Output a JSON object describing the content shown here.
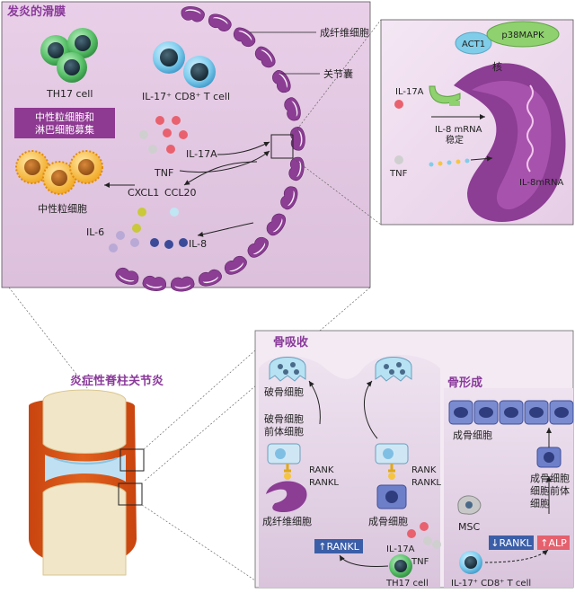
{
  "synovium": {
    "title": "发炎的滑膜",
    "th17": "TH17 cell",
    "cd8": "IL-17⁺ CD8⁺ T cell",
    "recruit_line1": "中性粒细胞和",
    "recruit_line2": "淋巴细胞募集",
    "neutrophil": "中性粒细胞",
    "il17a": "IL-17A",
    "tnf": "TNF",
    "cxcl1": "CXCL1",
    "ccl20": "CCL20",
    "il6": "IL-6",
    "il8": "IL-8",
    "fibroblast": "成纤维细胞",
    "capsule": "关节囊"
  },
  "inset": {
    "act1": "ACT1",
    "p38": "p38MAPK",
    "nucleus": "核",
    "il17a": "IL-17A",
    "mrna_line1": "IL-8 mRNA",
    "mrna_line2": "稳定",
    "tnf": "TNF",
    "il8_mrna": "IL-8mRNA"
  },
  "joint": {
    "title": "炎症性脊柱关节炎"
  },
  "resorption": {
    "title": "骨吸收",
    "osteoclast": "破骨细胞",
    "precursor_line1": "破骨细胞",
    "precursor_line2": "前体细胞",
    "rank": "RANK",
    "rankl": "RANKL",
    "rank2": "RANK",
    "rankl2": "RANKL",
    "fibroblast": "成纤维细胞",
    "osteoblast": "成骨细胞",
    "up_rankl": "↑RANKL",
    "il17a": "IL-17A",
    "tnf": "TNF",
    "th17": "TH17 cell"
  },
  "formation": {
    "title": "骨形成",
    "osteoblast": "成骨细胞",
    "precursor_line1": "成骨细胞",
    "precursor_line2": "细胞前体",
    "precursor_line3": "细胞",
    "msc": "MSC",
    "down_rankl": "↓RANKL",
    "up_alp": "↑ALP",
    "cd8": "IL-17⁺ CD8⁺ T cell"
  },
  "colors": {
    "panel_pink": "#e6c6e4",
    "panel_light": "#efe3f1",
    "purple": "#8c3d94",
    "label_box": "#8e3a92",
    "rankl_box": "#3b5ea8",
    "alp_box": "#e5616e"
  }
}
